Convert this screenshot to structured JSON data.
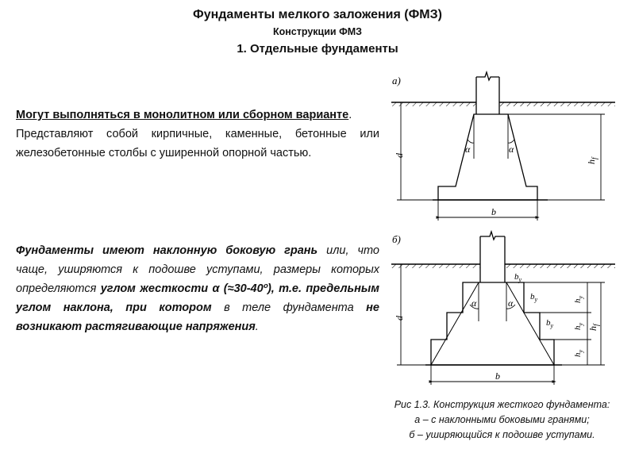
{
  "header": {
    "title": "Фундаменты мелкого заложения (ФМЗ)",
    "subtitle": "Конструкции ФМЗ",
    "section": "1. Отдельные фундаменты"
  },
  "text": {
    "p1_bold": "Могут выполняться в монолитном или сборном варианте",
    "p1_dot": ".",
    "p1_rest": "Представляют собой кирпичные, каменные, бетонные или железобетонные столбы с уширенной опорной частью.",
    "p2_a": "Фундаменты имеют наклонную боковую грань",
    "p2_b": " или, что чаще, уширяются к подошве уступами, размеры которых определяются ",
    "p2_c": "углом жесткости α (≈30-40º), т.е. предельным углом наклона, при котором",
    "p2_d": " в теле фундамента ",
    "p2_e": "не возникают растягивающие напряжения",
    "p2_f": "."
  },
  "caption": {
    "line1": "Рис 1.3. Конструкция жесткого фундамента:",
    "line2": "а – с наклонными боковыми гранями;",
    "line3": "б – уширяющийся к подошве уступами."
  },
  "diagram_a": {
    "label": "а)",
    "d_label": "d",
    "hf_label": "h",
    "hf_sub": "f",
    "b_label": "b",
    "alpha": "α"
  },
  "diagram_b": {
    "label": "б)",
    "d_label": "d",
    "b_label": "b",
    "alpha": "α",
    "by": "b",
    "by_sub": "y",
    "hy": "h",
    "hy_sub": "y",
    "hf": "h",
    "hf_sub": "f"
  }
}
